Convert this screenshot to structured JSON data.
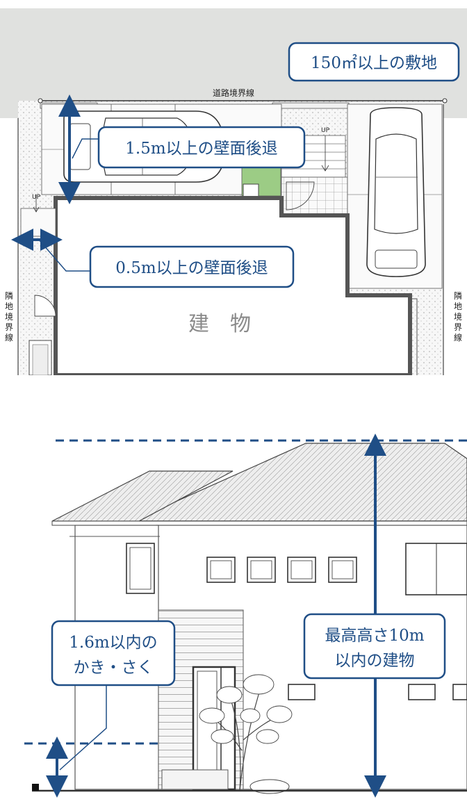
{
  "plan": {
    "site_area_label": "150㎡以上の敷地",
    "road_boundary_label": "道路境界線",
    "side_boundary_chars": [
      "隣",
      "地",
      "境",
      "界",
      "線"
    ],
    "front_setback_label": "1.5m以上の壁面後退",
    "side_setback_label": "0.5m以上の壁面後退",
    "building_label": "建　物",
    "up_label": "UP"
  },
  "elevation": {
    "fence_label_lines": [
      "1.6m以内の",
      "かき・さく"
    ],
    "height_label_lines": [
      "最高高さ10m",
      "以内の建物"
    ]
  },
  "colors": {
    "accent": "#1f4e86",
    "road": "#e0e1df",
    "lawn": "#9ccc85",
    "paving": "#f4f4f4"
  }
}
